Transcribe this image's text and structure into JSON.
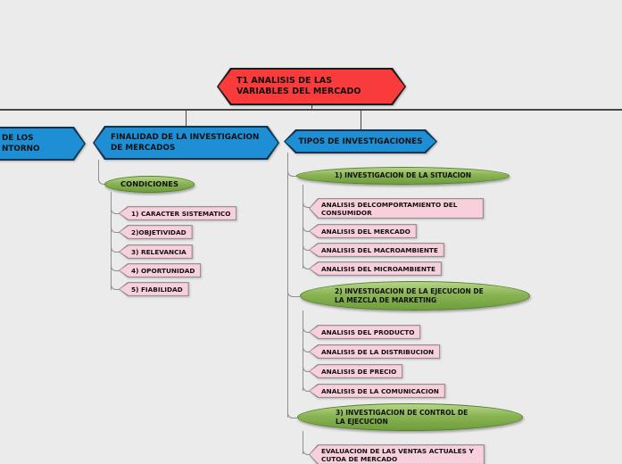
{
  "root": {
    "label": "T1 ANALISIS DE LAS VARIABLES DEL MERCADO"
  },
  "branches": {
    "entorno_partial": {
      "line1": "DE LOS",
      "line2": "NTORNO"
    },
    "finalidad": {
      "label": "FINALIDAD DE LA INVESTIGACION DE MERCADOS",
      "condiciones": {
        "label": "CONDICIONES",
        "items": [
          "1) CARACTER SISTEMATICO",
          "2)OBJETIVIDAD",
          "3) RELEVANCIA",
          "4) OPORTUNIDAD",
          "5) FIABILIDAD"
        ]
      }
    },
    "tipos": {
      "label": "TIPOS DE INVESTIGACIONES",
      "groups": [
        {
          "label": "1) INVESTIGACION DE LA SITUACION",
          "items": [
            "ANALISIS DELCOMPORTAMIENTO DEL CONSUMIDOR",
            "ANALISIS DEL MERCADO",
            "ANALISIS DEL MACROAMBIENTE",
            "ANALISIS DEL MICROAMBIENTE"
          ]
        },
        {
          "label": "2) INVESTIGACION DE LA EJECUCION DE LA MEZCLA DE MARKETING",
          "items": [
            "ANALISIS DEL PRODUCTO",
            "ANALISIS DE LA DISTRIBUCION",
            "ANALISIS DE PRECIO",
            "ANALISIS DE LA COMUNICACION"
          ]
        },
        {
          "label": "3) INVESTIGACION DE CONTROL DE LA EJECUCION",
          "items": [
            "EVALUACION DE LAS VENTAS ACTUALES Y CUTOA DE MERCADO"
          ]
        }
      ]
    }
  },
  "colors": {
    "background": "#ebebeb",
    "root_fill": "#fa3b3c",
    "branch_fill": "#1e8fd5",
    "group_fill_top": "#b6d587",
    "group_fill_bottom": "#6e9e3c",
    "group_border": "#55802e",
    "leaf_fill": "#f8d0dc",
    "leaf_border": "#9a8f95",
    "connector": "#8f8f8f",
    "spine": "#464646"
  }
}
